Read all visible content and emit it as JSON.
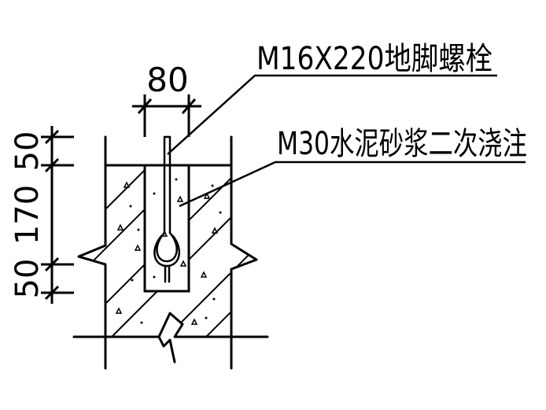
{
  "labels": {
    "anchor_bolt": "M16X220地脚螺栓",
    "grout": "M30水泥砂浆二次浇注"
  },
  "dimensions": {
    "width": "80",
    "top": "50",
    "middle": "170",
    "bottom": "50"
  },
  "colors": {
    "line": "#000000",
    "background": "#ffffff"
  }
}
